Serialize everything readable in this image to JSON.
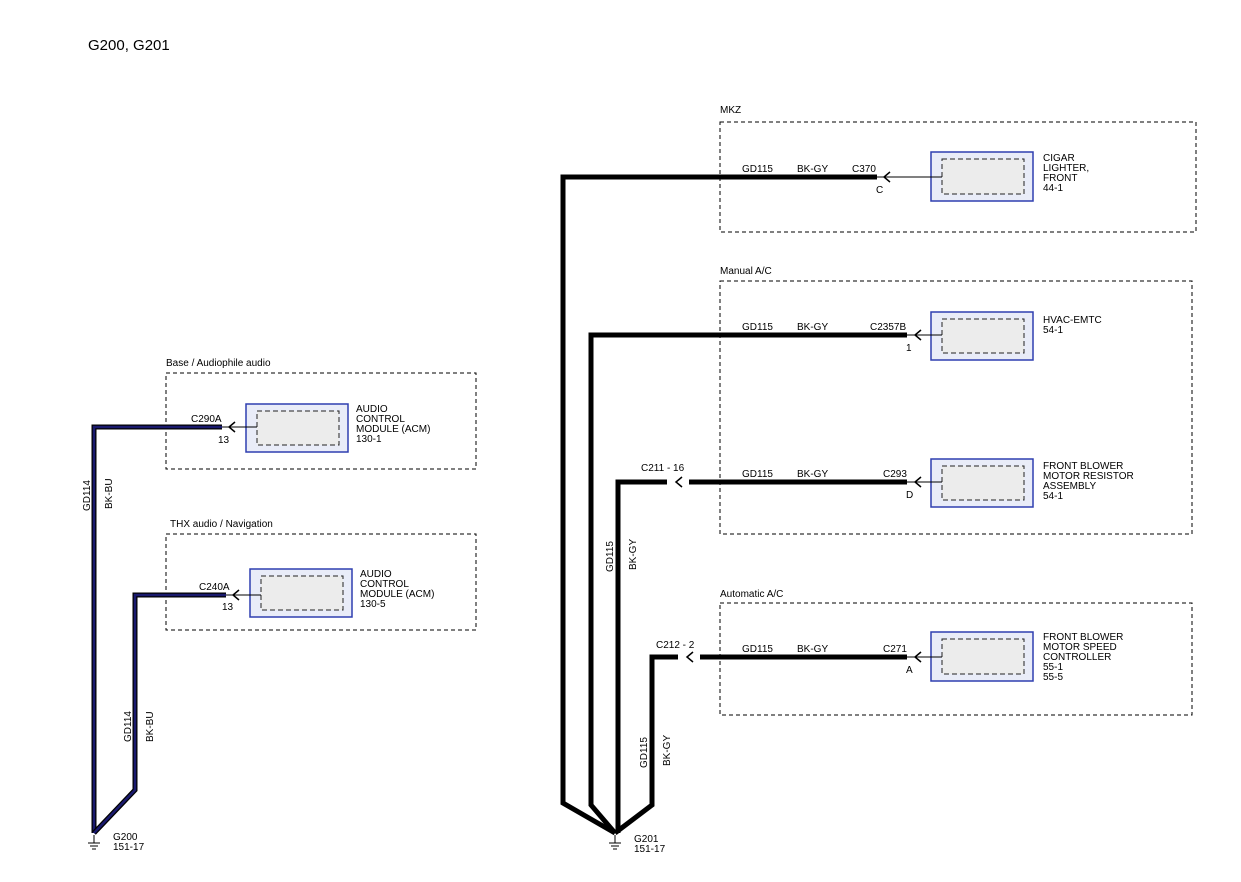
{
  "page_title": "G200, G201",
  "groups": {
    "mkz": "MKZ",
    "manual_ac": "Manual A/C",
    "automatic_ac": "Automatic A/C",
    "base_audio": "Base / Audiophile audio",
    "thx_audio": "THX audio / Navigation"
  },
  "components": {
    "cigar": [
      "CIGAR",
      "LIGHTER,",
      "FRONT",
      "44-1"
    ],
    "hvac": [
      "HVAC-EMTC",
      "54-1"
    ],
    "resistor": [
      "FRONT BLOWER",
      "MOTOR RESISTOR",
      "ASSEMBLY",
      "54-1"
    ],
    "speed": [
      "FRONT BLOWER",
      "MOTOR SPEED",
      "CONTROLLER",
      "55-1",
      "55-5"
    ],
    "acm1": [
      "AUDIO",
      "CONTROL",
      "MODULE (ACM)",
      "130-1"
    ],
    "acm5": [
      "AUDIO",
      "CONTROL",
      "MODULE (ACM)",
      "130-5"
    ]
  },
  "connectors": {
    "c370": "C370",
    "c370_pin": "C",
    "c2357b": "C2357B",
    "c2357b_pin": "1",
    "c293": "C293",
    "c293_pin": "D",
    "c271": "C271",
    "c271_pin": "A",
    "c211": "C211 -  16",
    "c212": "C212 - 2",
    "c290a": "C290A",
    "c290a_pin": "13",
    "c240a": "C240A",
    "c240a_pin": "13"
  },
  "wires": {
    "gd115": "GD115",
    "bk_gy": "BK-GY",
    "gd114": "GD114",
    "bk_bu": "BK-BU"
  },
  "grounds": {
    "g200": "G200",
    "g200_ref": "151-17",
    "g201": "G201",
    "g201_ref": "151-17"
  }
}
